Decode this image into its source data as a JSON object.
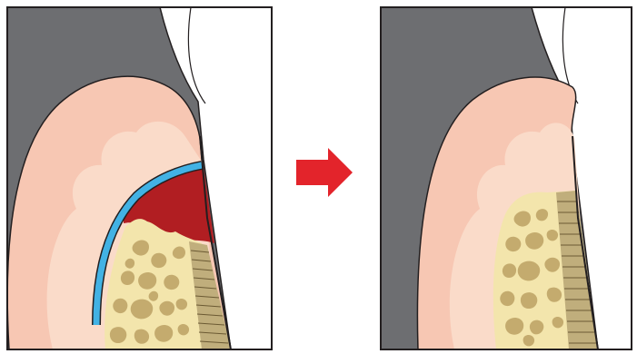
{
  "figure": {
    "panels": [
      {
        "id": "before",
        "state": "bone defect filled with blood clot, covered by barrier membrane"
      },
      {
        "id": "after",
        "state": "regenerated bone with new attachment on root surface"
      }
    ],
    "transition": {
      "icon": "right-arrow-icon"
    }
  },
  "colors": {
    "background_tissue": "#6d6e71",
    "gingiva": "#f7c7b3",
    "gingiva_inner": "#fadbc9",
    "bone": "#f3e5ac",
    "bone_marrow": "#c4ab6e",
    "periodontal_ligament": "#c0ae7c",
    "blood_clot": "#b11e22",
    "membrane": "#42b2e4",
    "tooth": "#ffffff",
    "outline": "#231f20",
    "arrow": "#e3242b"
  }
}
